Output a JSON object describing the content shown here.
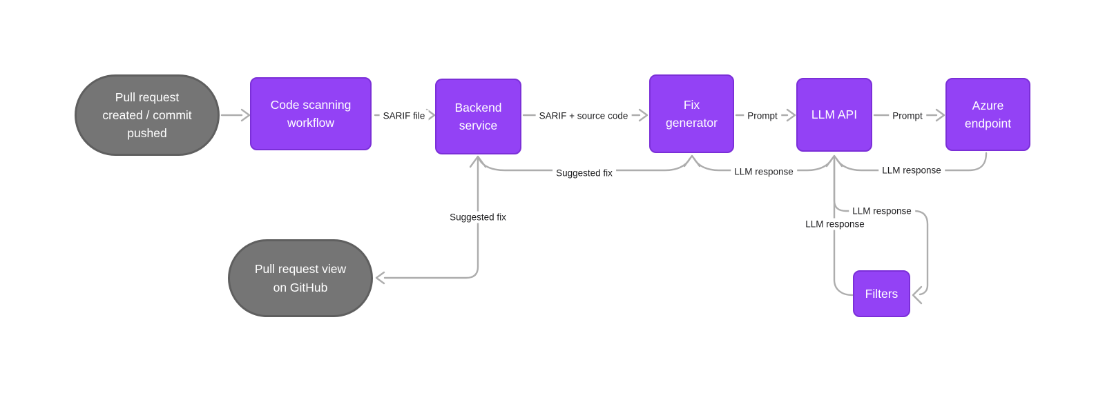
{
  "diagram": {
    "background": "#ffffff",
    "colors": {
      "process_box_fill": "#9342f5",
      "process_box_border": "#7b2fd8",
      "terminal_pill_fill": "#757575",
      "terminal_pill_border": "#5f5f5f",
      "connector": "#adadad",
      "edge_label_text": "#1d1d1f",
      "node_text": "#ffffff"
    },
    "nodes": [
      {
        "id": "pr-created",
        "shape": "pill",
        "label": "Pull request created / commit pushed"
      },
      {
        "id": "code-scanning",
        "shape": "box",
        "label": "Code scanning workflow"
      },
      {
        "id": "backend",
        "shape": "box",
        "label": "Backend service"
      },
      {
        "id": "fix-generator",
        "shape": "box",
        "label": "Fix generator"
      },
      {
        "id": "llm-api",
        "shape": "box",
        "label": "LLM API"
      },
      {
        "id": "azure-endpoint",
        "shape": "box",
        "label": "Azure endpoint"
      },
      {
        "id": "pr-view",
        "shape": "pill",
        "label": "Pull request view on GitHub"
      },
      {
        "id": "filters",
        "shape": "box",
        "label": "Filters"
      }
    ],
    "edges": [
      {
        "from": "pr-created",
        "to": "code-scanning",
        "label": ""
      },
      {
        "from": "code-scanning",
        "to": "backend",
        "label": "SARIF file"
      },
      {
        "from": "backend",
        "to": "fix-generator",
        "label": "SARIF + source code"
      },
      {
        "from": "fix-generator",
        "to": "llm-api",
        "label": "Prompt"
      },
      {
        "from": "llm-api",
        "to": "azure-endpoint",
        "label": "Prompt"
      },
      {
        "from": "azure-endpoint",
        "to": "llm-api",
        "label": "LLM response"
      },
      {
        "from": "llm-api",
        "to": "fix-generator",
        "label": "LLM response"
      },
      {
        "from": "fix-generator",
        "to": "backend",
        "label": "Suggested fix"
      },
      {
        "from": "backend",
        "to": "pr-view",
        "label": "Suggested fix"
      },
      {
        "from": "llm-api",
        "to": "filters",
        "label": "LLM response"
      },
      {
        "from": "filters",
        "to": "llm-api",
        "label": "LLM response"
      }
    ]
  }
}
